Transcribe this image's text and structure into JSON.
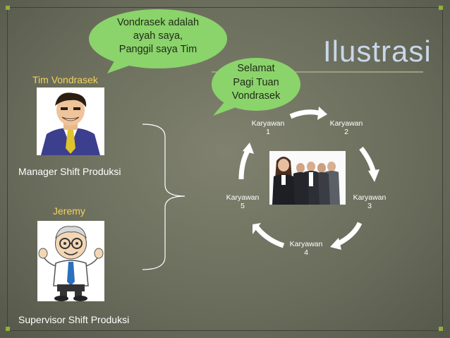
{
  "slide": {
    "title": "Ilustrasi",
    "colors": {
      "accent_corner": "#8fb03a",
      "bubble": "#8bd36b",
      "name_text": "#f2d25a",
      "title_text": "#c9d7e9"
    }
  },
  "bubbles": {
    "manager_speech": [
      "Vondrasek adalah",
      "ayah saya,",
      "Panggil saya Tim"
    ],
    "employee_speech": [
      "Selamat",
      "Pagi Tuan",
      "Vondrasek"
    ]
  },
  "people": {
    "manager": {
      "name": "Tim Vondrasek",
      "role": "Manager Shift Produksi",
      "icon": "businessman-cartoon-icon"
    },
    "supervisor": {
      "name": "Jeremy",
      "role": "Supervisor Shift Produksi",
      "icon": "nerd-cartoon-icon"
    }
  },
  "cycle": {
    "center_icon": "business-team-photo",
    "nodes": [
      {
        "label": "Karyawan",
        "num": "1"
      },
      {
        "label": "Karyawan",
        "num": "2"
      },
      {
        "label": "Karyawan",
        "num": "3"
      },
      {
        "label": "Karyawan",
        "num": "4"
      },
      {
        "label": "Karyawan",
        "num": "5"
      }
    ]
  }
}
